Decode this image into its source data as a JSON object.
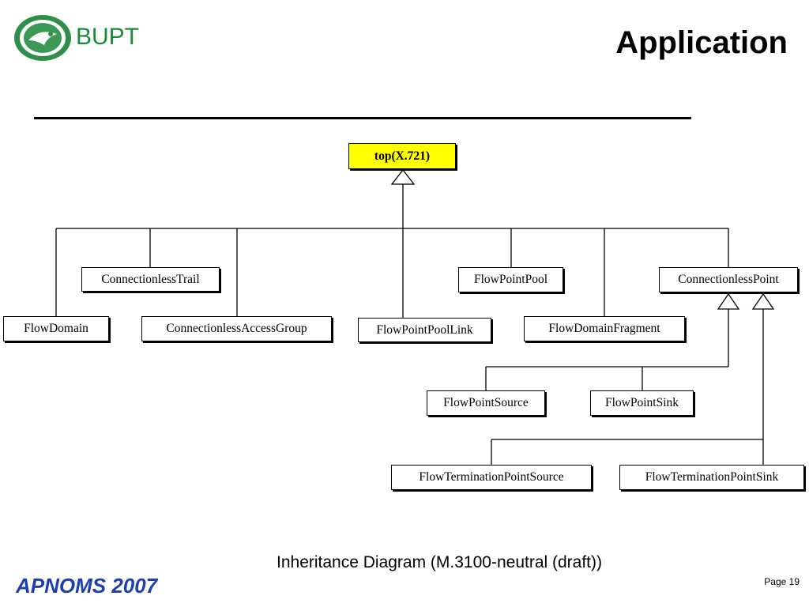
{
  "header": {
    "brand": "BUPT",
    "title": "Application"
  },
  "diagram": {
    "root": "top(X.721)",
    "classes": {
      "connectionless_trail": "ConnectionlessTrail",
      "flow_point_pool": "FlowPointPool",
      "connectionless_point": "ConnectionlessPoint",
      "flow_domain": "FlowDomain",
      "connectionless_access_group": "ConnectionlessAccessGroup",
      "flow_point_pool_link": "FlowPointPoolLink",
      "flow_domain_fragment": "FlowDomainFragment",
      "flow_point_source": "FlowPointSource",
      "flow_point_sink": "FlowPointSink",
      "flow_termination_point_source": "FlowTerminationPointSource",
      "flow_termination_point_sink": "FlowTerminationPointSink"
    },
    "root_color": "#ffff00"
  },
  "caption": "Inheritance Diagram (M.3100-neutral (draft))",
  "footer": {
    "event": "APNOMS 2007",
    "page": "Page 19"
  },
  "colors": {
    "brand_green": "#1a8a3a",
    "footer_blue": "#1c3fb0"
  }
}
